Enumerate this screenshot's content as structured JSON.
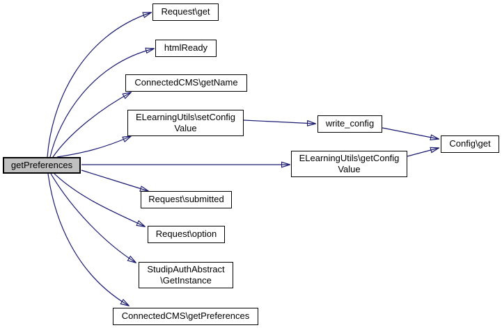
{
  "diagram": {
    "kind": "call-graph",
    "colors": {
      "background": "#ffffff",
      "edge": "#191970",
      "node_border": "#000000",
      "node_fill": "#ffffff",
      "root_fill": "#c0c0c0",
      "text": "#000000"
    },
    "nodes": [
      {
        "id": "getpreferences",
        "label": "getPreferences",
        "root": true
      },
      {
        "id": "request-get",
        "label": "Request\\get"
      },
      {
        "id": "html-ready",
        "label": "htmlReady"
      },
      {
        "id": "connectedcms-getname",
        "label": "ConnectedCMS\\getName"
      },
      {
        "id": "elearningutils-setconfigvalue",
        "label": "ELearningUtils\\setConfig\nValue"
      },
      {
        "id": "request-submitted",
        "label": "Request\\submitted"
      },
      {
        "id": "request-option",
        "label": "Request\\option"
      },
      {
        "id": "studipauthabstract-getinstance",
        "label": "StudipAuthAbstract\n\\GetInstance"
      },
      {
        "id": "connectedcms-getpreferences",
        "label": "ConnectedCMS\\getPreferences"
      },
      {
        "id": "write-config",
        "label": "write_config"
      },
      {
        "id": "elearningutils-getconfigvalue",
        "label": "ELearningUtils\\getConfig\nValue"
      },
      {
        "id": "config-get",
        "label": "Config\\get"
      }
    ],
    "edges": [
      {
        "from": "getpreferences",
        "to": "request-get"
      },
      {
        "from": "getpreferences",
        "to": "html-ready"
      },
      {
        "from": "getpreferences",
        "to": "connectedcms-getname"
      },
      {
        "from": "getpreferences",
        "to": "elearningutils-setconfigvalue"
      },
      {
        "from": "getpreferences",
        "to": "elearningutils-getconfigvalue"
      },
      {
        "from": "getpreferences",
        "to": "request-submitted"
      },
      {
        "from": "getpreferences",
        "to": "request-option"
      },
      {
        "from": "getpreferences",
        "to": "studipauthabstract-getinstance"
      },
      {
        "from": "getpreferences",
        "to": "connectedcms-getpreferences"
      },
      {
        "from": "elearningutils-setconfigvalue",
        "to": "write-config"
      },
      {
        "from": "write-config",
        "to": "config-get"
      },
      {
        "from": "elearningutils-getconfigvalue",
        "to": "config-get"
      }
    ]
  }
}
